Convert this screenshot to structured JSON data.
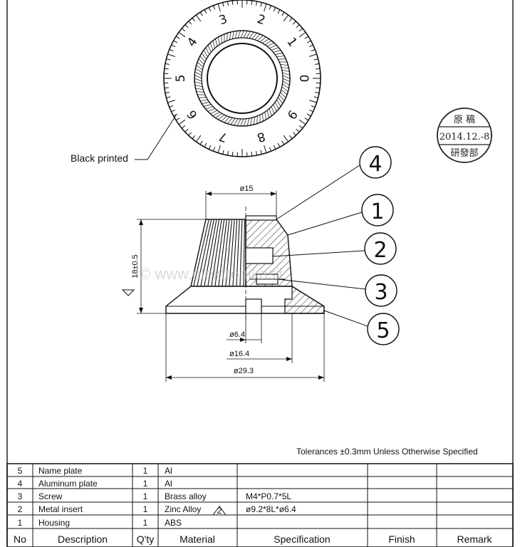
{
  "drawing": {
    "dial_numbers": [
      "0",
      "1",
      "2",
      "3",
      "4",
      "5",
      "6",
      "7",
      "8",
      "9"
    ],
    "callout_black_printed": "Black printed",
    "stamp": {
      "line1": "原 稿",
      "line2": "2014.12.-8",
      "line3": "研發部"
    },
    "dimensions": {
      "top_dia": "ø15",
      "height": "18±0.5",
      "shaft_dia": "ø6.4",
      "mid_dia": "ø16.4",
      "base_dia": "ø29.3"
    },
    "item_callouts": [
      "4",
      "1",
      "2",
      "3",
      "5"
    ],
    "watermark": "© www.elektronikasii"
  },
  "tolerance_note": "Tolerances  ±0.3mm Unless Otherwise Specified",
  "table": {
    "headers": {
      "no": "No",
      "description": "Description",
      "qty": "Q'ty",
      "material": "Material",
      "specification": "Specification",
      "finish": "Finish",
      "remark": "Remark"
    },
    "rows": [
      {
        "no": "5",
        "description": "Name plate",
        "qty": "1",
        "material": "Al",
        "specification": "",
        "finish": "",
        "remark": ""
      },
      {
        "no": "4",
        "description": "Aluminum plate",
        "qty": "1",
        "material": "Al",
        "specification": "",
        "finish": "",
        "remark": ""
      },
      {
        "no": "3",
        "description": "Screw",
        "qty": "1",
        "material": "Brass alloy",
        "specification": "M4*P0.7*5L",
        "finish": "",
        "remark": ""
      },
      {
        "no": "2",
        "description": "Metal insert",
        "qty": "1",
        "material": "Zinc Alloy",
        "specification": "ø9.2*8L*ø6.4",
        "finish": "",
        "remark": ""
      },
      {
        "no": "1",
        "description": "Housing",
        "qty": "1",
        "material": "ABS",
        "specification": "",
        "finish": "",
        "remark": ""
      }
    ],
    "revision_mark": "2"
  }
}
